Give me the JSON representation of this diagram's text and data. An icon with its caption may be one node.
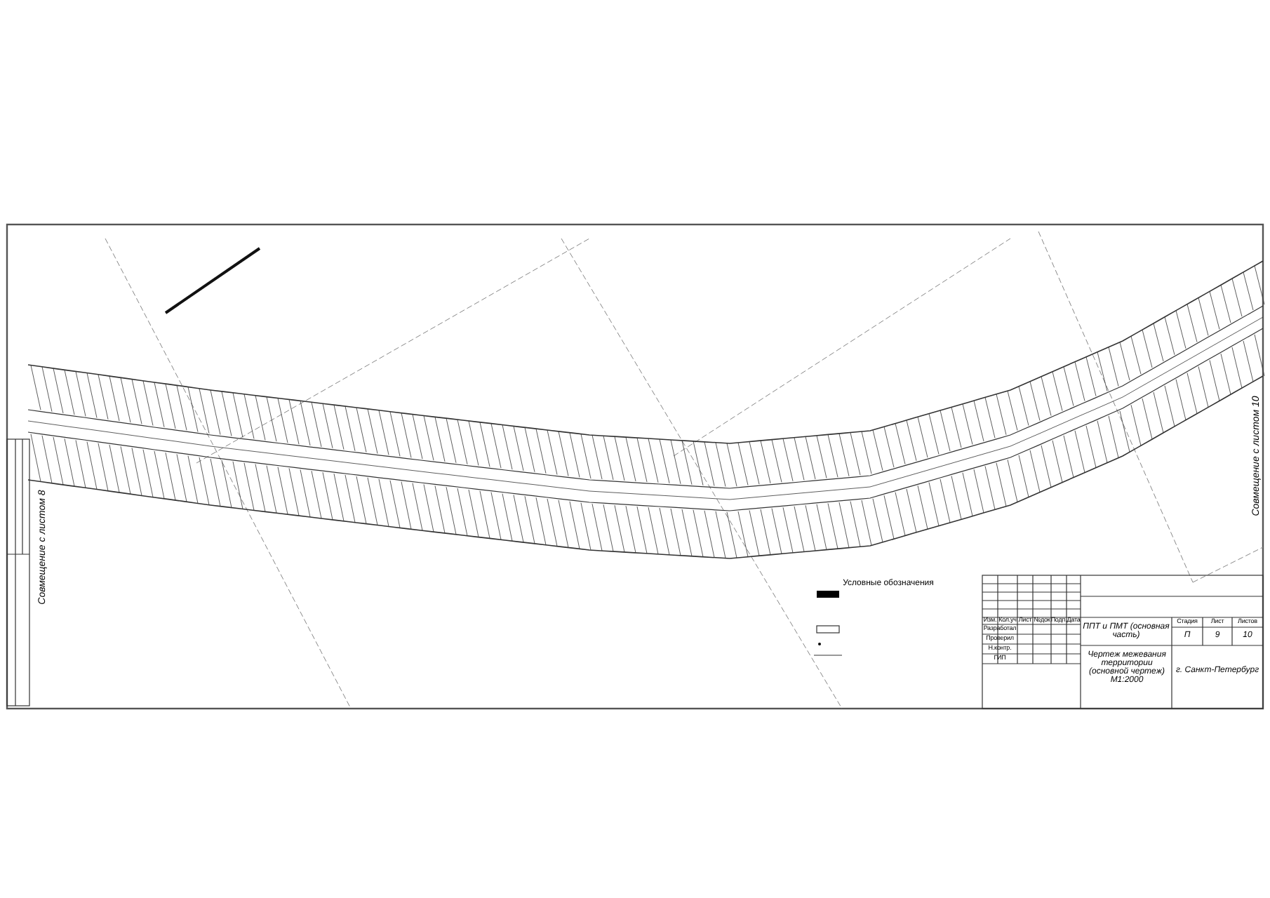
{
  "diagram": {
    "labels": [
      "Совмещение с листом 8",
      "Совмещение с листом 10",
      "Условные обозначения",
      "Изм.",
      "Кол.уч",
      "Лист",
      "№док",
      "Подп.",
      "Дата",
      "Разработал",
      "Проверил",
      "Н.контр.",
      "ГИП",
      "ППТ и ПМТ (основная часть)",
      "Стадия",
      "Лист",
      "Листов",
      "П",
      "9",
      "10",
      "Чертеж межевания территории (основной чертеж) М1:2000",
      "г. Санкт-Петербург"
    ]
  }
}
